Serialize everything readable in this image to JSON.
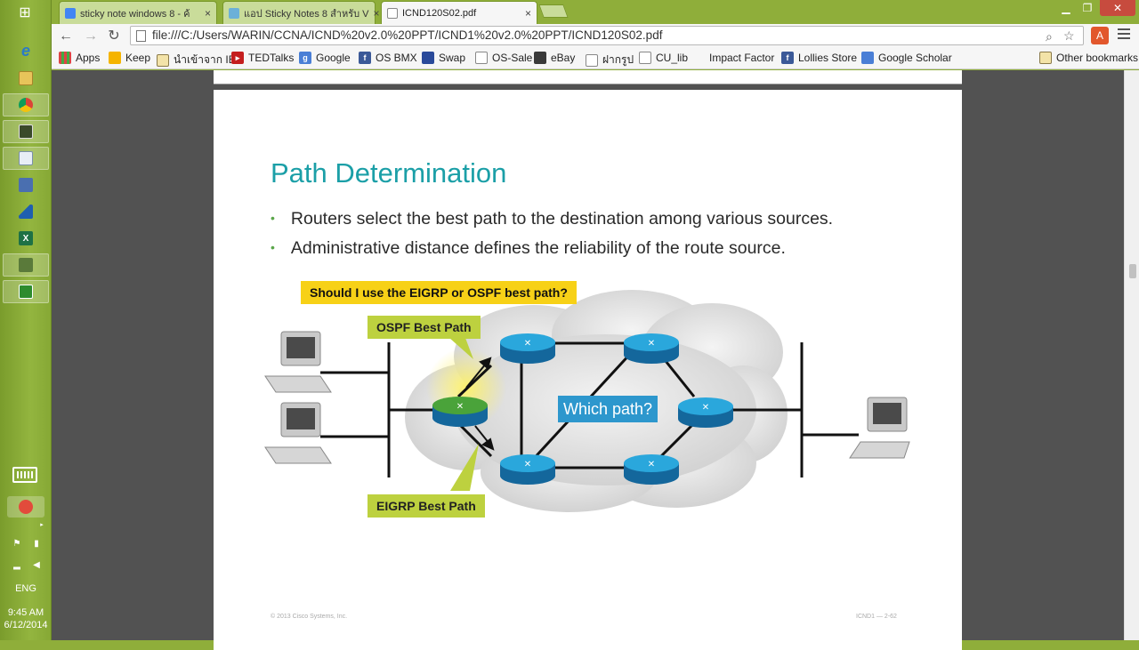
{
  "taskbar": {
    "language": "ENG",
    "time": "9:45 AM",
    "date": "6/12/2014",
    "apps": [
      {
        "name": "ie-icon"
      },
      {
        "name": "file-explorer-icon"
      },
      {
        "name": "chrome-icon"
      },
      {
        "name": "powerpoint-icon"
      },
      {
        "name": "notepad-icon"
      },
      {
        "name": "network-icon"
      },
      {
        "name": "app-icon"
      },
      {
        "name": "excel-icon"
      },
      {
        "name": "paint-icon"
      },
      {
        "name": "excel-green-icon"
      }
    ]
  },
  "browser": {
    "tabs": [
      {
        "title": "sticky note windows 8 - ค้",
        "close": "×"
      },
      {
        "title": "แอป Sticky Notes 8 สำหรับ V",
        "close": "×"
      },
      {
        "title": "ICND120S02.pdf",
        "close": "×"
      }
    ],
    "url": "file:///C:/Users/WARIN/CCNA/ICND%20v2.0%20PPT/ICND1%20v2.0%20PPT/ICND120S02.pdf",
    "bookmarks": [
      {
        "label": "Apps"
      },
      {
        "label": "Keep"
      },
      {
        "label": "นำเข้าจาก IE"
      },
      {
        "label": "TEDTalks"
      },
      {
        "label": "Google"
      },
      {
        "label": "OS BMX"
      },
      {
        "label": "Swap"
      },
      {
        "label": "OS-Sale"
      },
      {
        "label": "eBay"
      },
      {
        "label": "ฝากรูป"
      },
      {
        "label": "CU_lib"
      },
      {
        "label": "Impact Factor"
      },
      {
        "label": "Lollies Store"
      },
      {
        "label": "Google Scholar"
      }
    ],
    "other_bookmarks": "Other bookmarks"
  },
  "slide": {
    "title": "Path Determination",
    "bullets": [
      "Routers select the best path to the destination among various sources.",
      "Administrative distance defines the reliability of the route source."
    ],
    "question_callout": "Should I use the EIGRP or OSPF best path?",
    "ospf_label": "OSPF Best Path",
    "eigrp_label": "EIGRP Best Path",
    "which_path": "Which path?",
    "footer_left": "© 2013 Cisco Systems, Inc.",
    "footer_right": "ICND1 — 2-62"
  },
  "colors": {
    "title": "#1b9fa7",
    "callout_yellow": "#f7d117",
    "callout_green": "#bdd13f",
    "which_box": "#2d97cd",
    "router": "#1b8fc9",
    "router_selected": "#4aa33a",
    "taskbar": "#8fae3a"
  }
}
